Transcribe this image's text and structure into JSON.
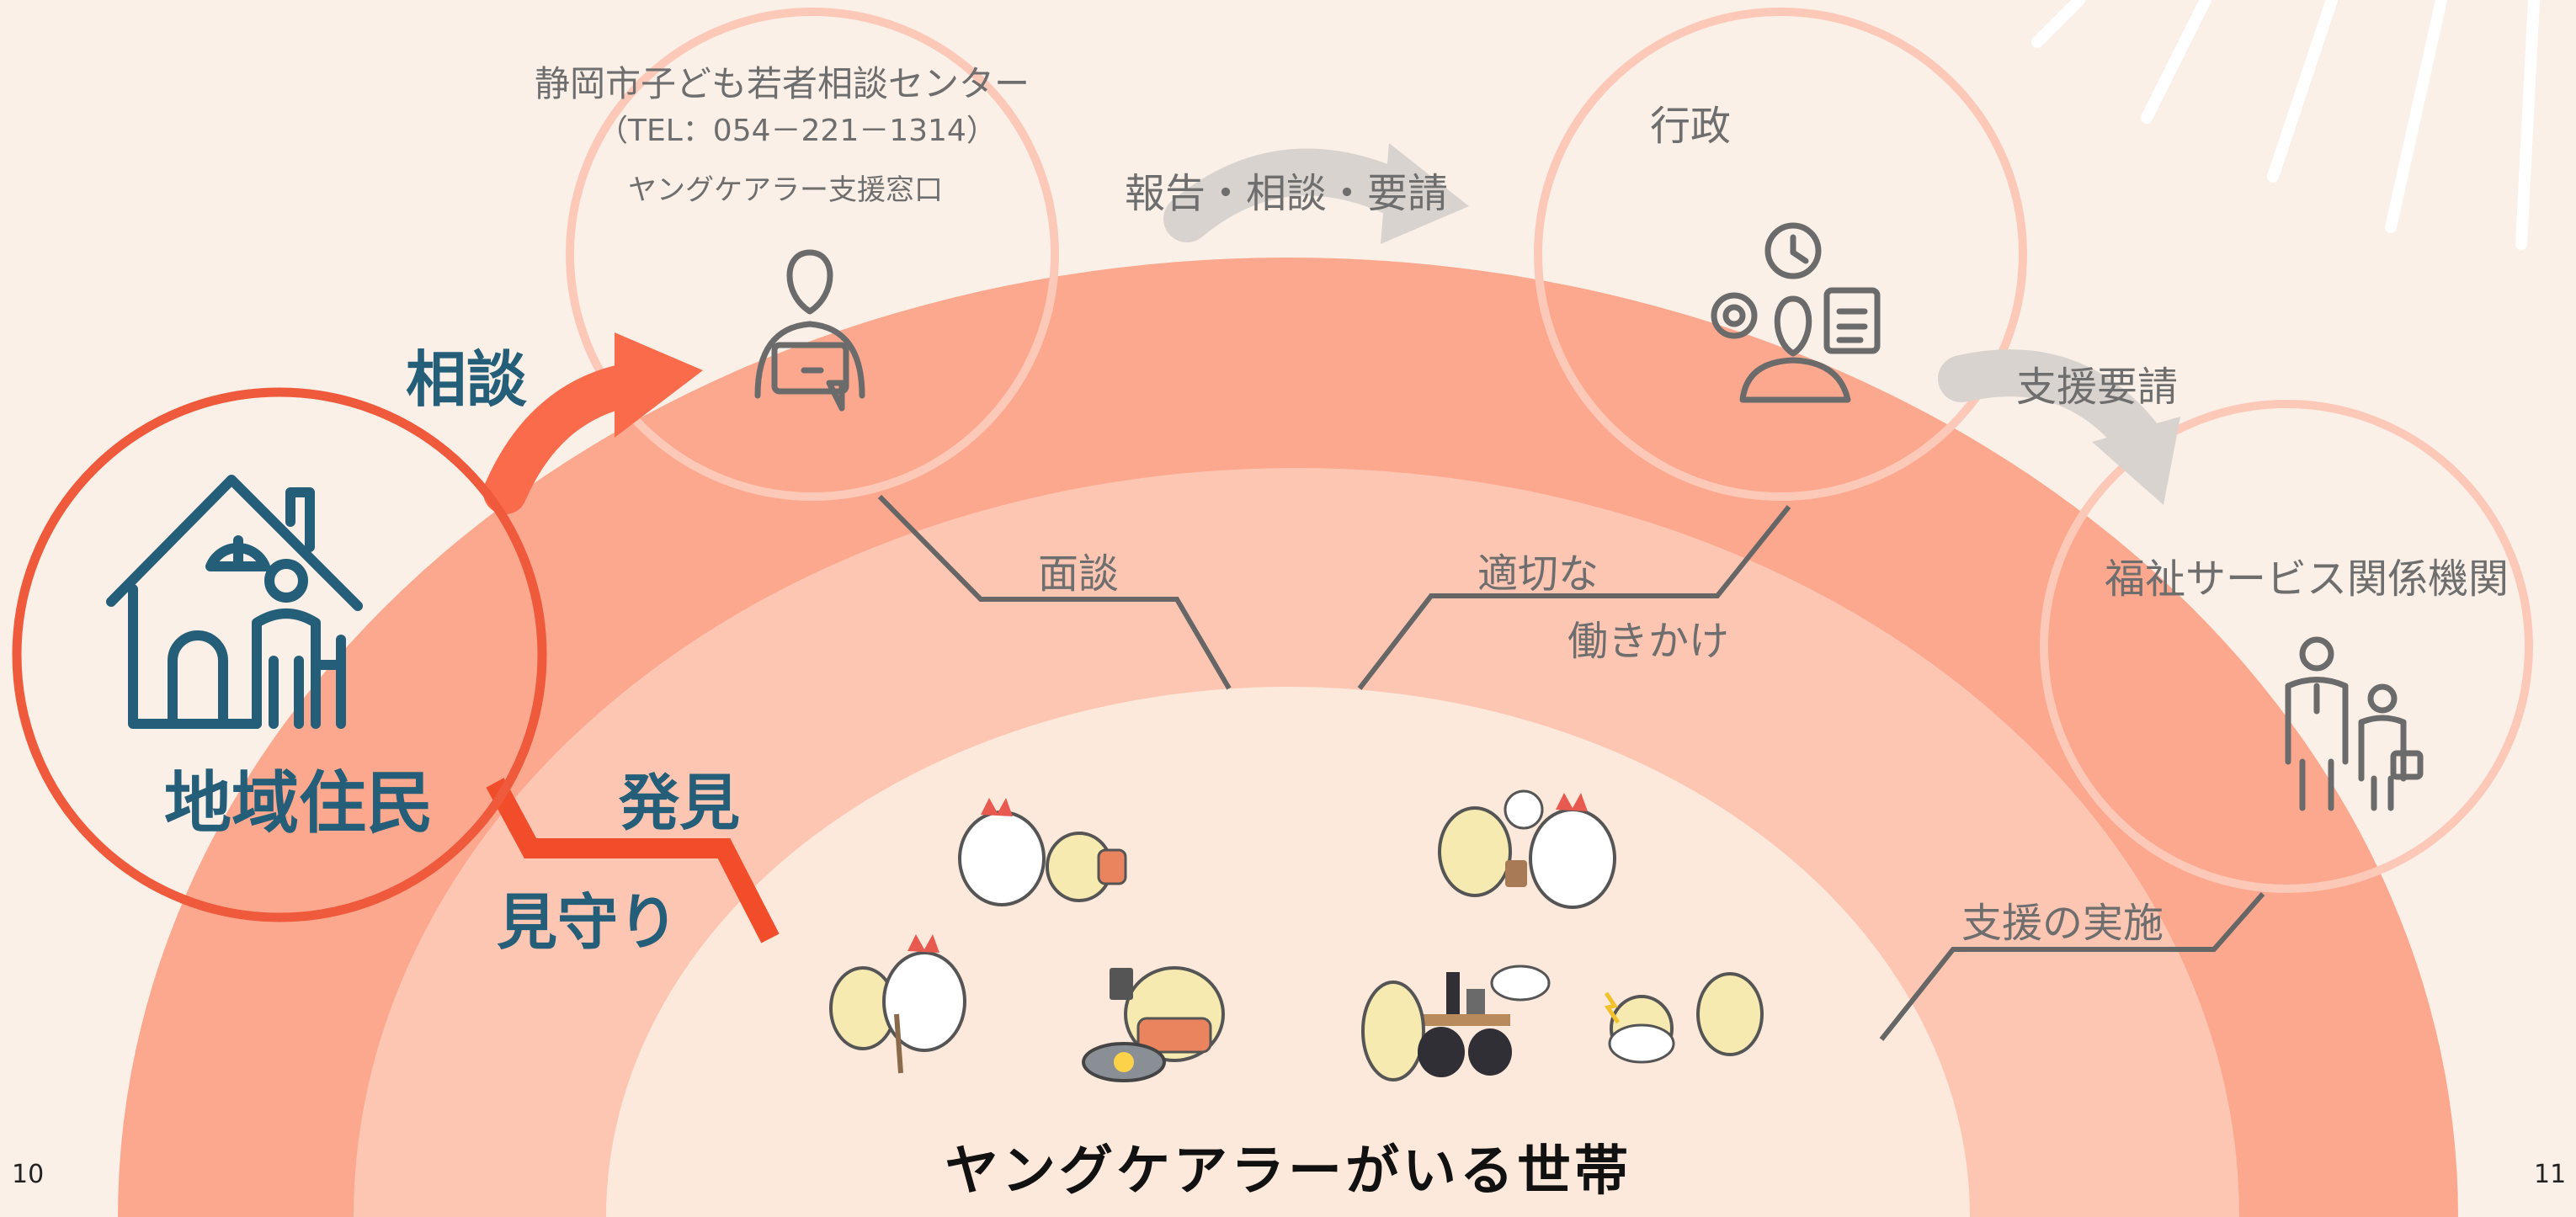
{
  "center": {
    "title": "ヤングケアラーがいる世帯"
  },
  "consult_center": {
    "name": "静岡市子ども若者相談センター",
    "tel": "（TEL：054－221－1314）",
    "window": "ヤングケアラー支援窓口"
  },
  "admin": {
    "label": "行政"
  },
  "welfare": {
    "label": "福祉サービス関係機関"
  },
  "residents": {
    "label": "地域住民"
  },
  "arrows": {
    "consult": "相談",
    "report": "報告・相談・要請",
    "support_request": "支援要請"
  },
  "actions": {
    "interview": "面談",
    "approach_line1": "適切な",
    "approach_line2": "働きかけ",
    "implementation": "支援の実施",
    "discover": "発見",
    "watch": "見守り"
  },
  "page_numbers": {
    "left": "10",
    "right": "11"
  },
  "colors": {
    "background": "#fbf0e7",
    "outer_band": "#fca88e",
    "middle_band": "#fdc6b3",
    "inner_area": "#fde9dc",
    "resident_circle": "#f05a3c",
    "agency_circle": "#fcc9b9",
    "teal": "#255e78"
  }
}
